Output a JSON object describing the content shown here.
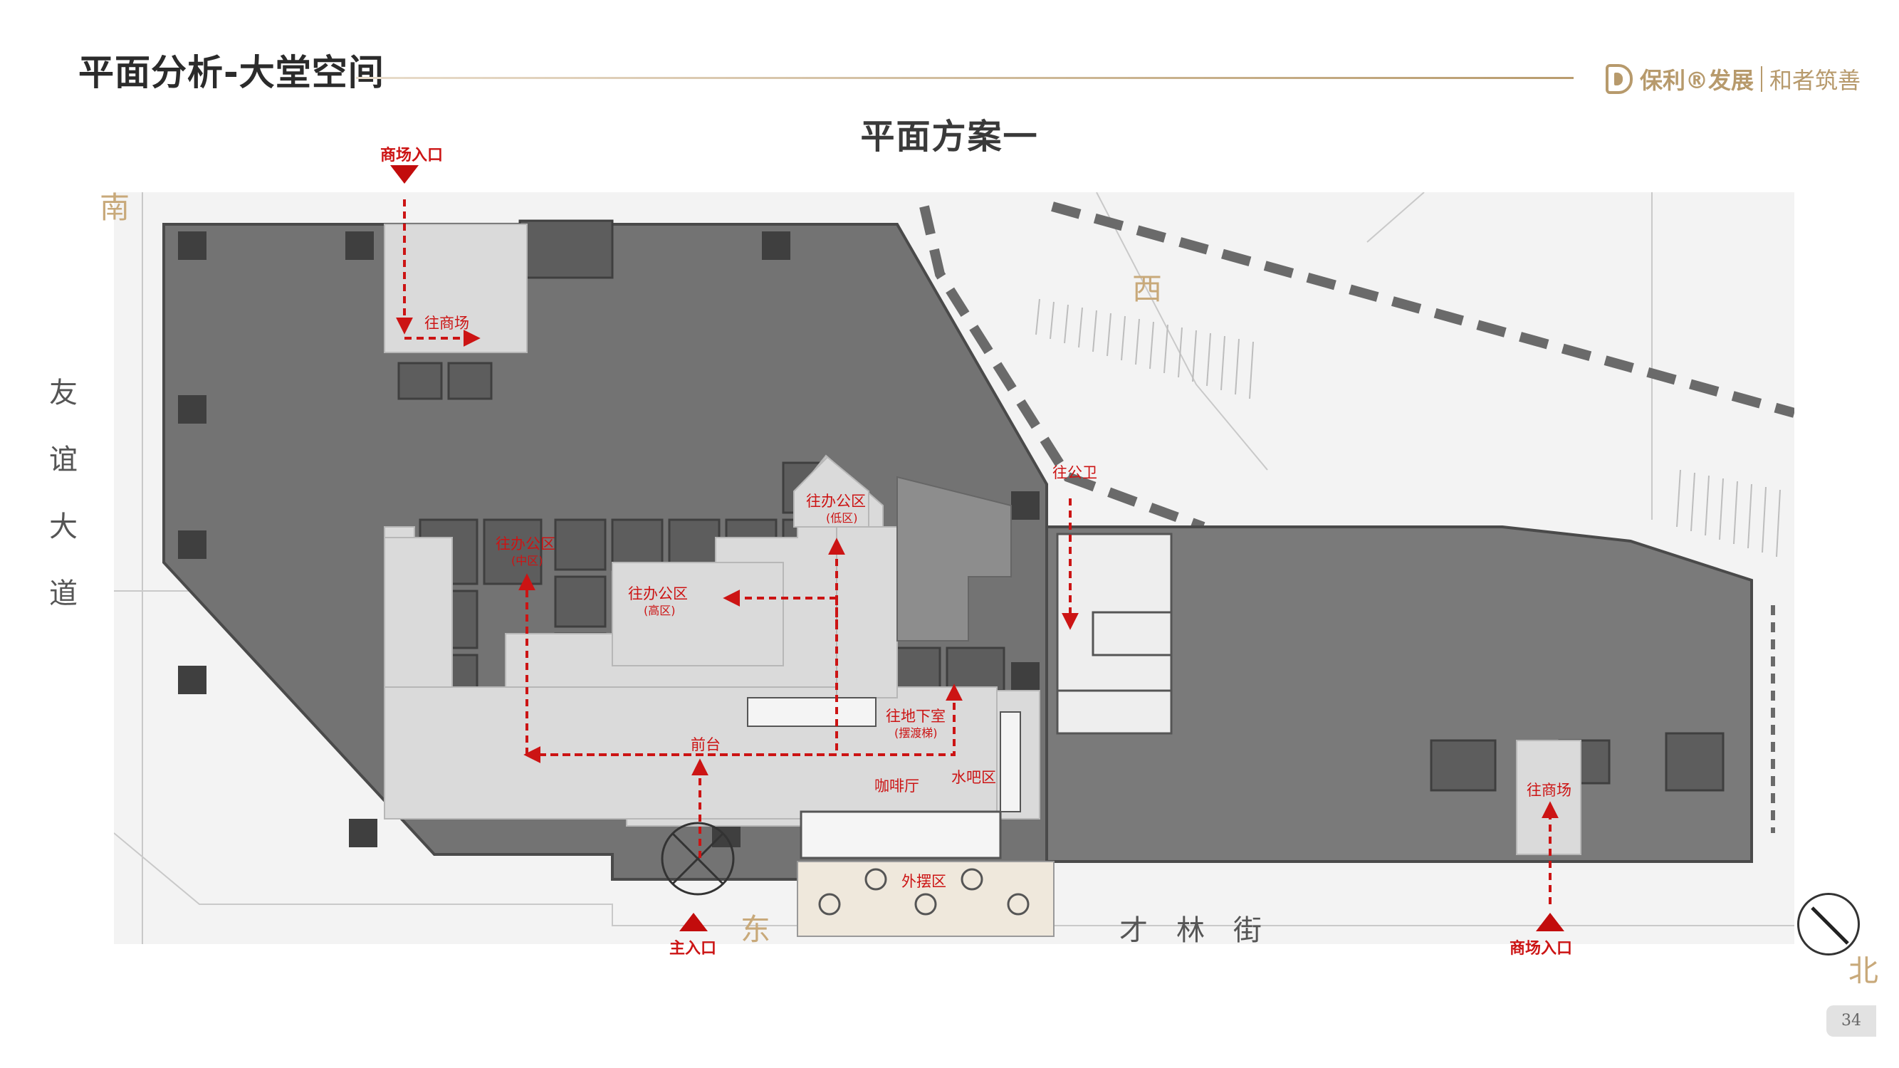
{
  "header": {
    "title": "平面分析-大堂空间",
    "logo_brand": "保利®发展",
    "logo_slogan": "和者筑善"
  },
  "subtitle": "平面方案一",
  "compass": {
    "south": "南",
    "west": "西",
    "east": "东",
    "north": "北"
  },
  "roads": {
    "left": [
      "友",
      "谊",
      "大",
      "道"
    ],
    "bottom": "才林街"
  },
  "entrances": {
    "mall_top": "商场入口",
    "main": "主入口",
    "mall_bottom": "商场入口"
  },
  "routes": {
    "to_mall_top": "往商场",
    "to_office_low": "往办公区",
    "to_office_low_sub": "(低区)",
    "to_office_mid": "往办公区",
    "to_office_mid_sub": "(中区)",
    "to_office_high": "往办公区",
    "to_office_high_sub": "(高区)",
    "to_toilet": "往公卫",
    "to_basement": "往地下室",
    "to_basement_sub": "(摆渡梯)",
    "to_mall_right": "往商场"
  },
  "areas": {
    "reception": "前台",
    "cafe": "咖啡厅",
    "water_bar": "水吧区",
    "outdoor": "外摆区"
  },
  "page_number": "34",
  "colors": {
    "accent_gold": "#b79a6c",
    "route_red": "#cc1414",
    "building_dark": "#6f6f6f",
    "lobby_light": "#d9d9d9"
  }
}
